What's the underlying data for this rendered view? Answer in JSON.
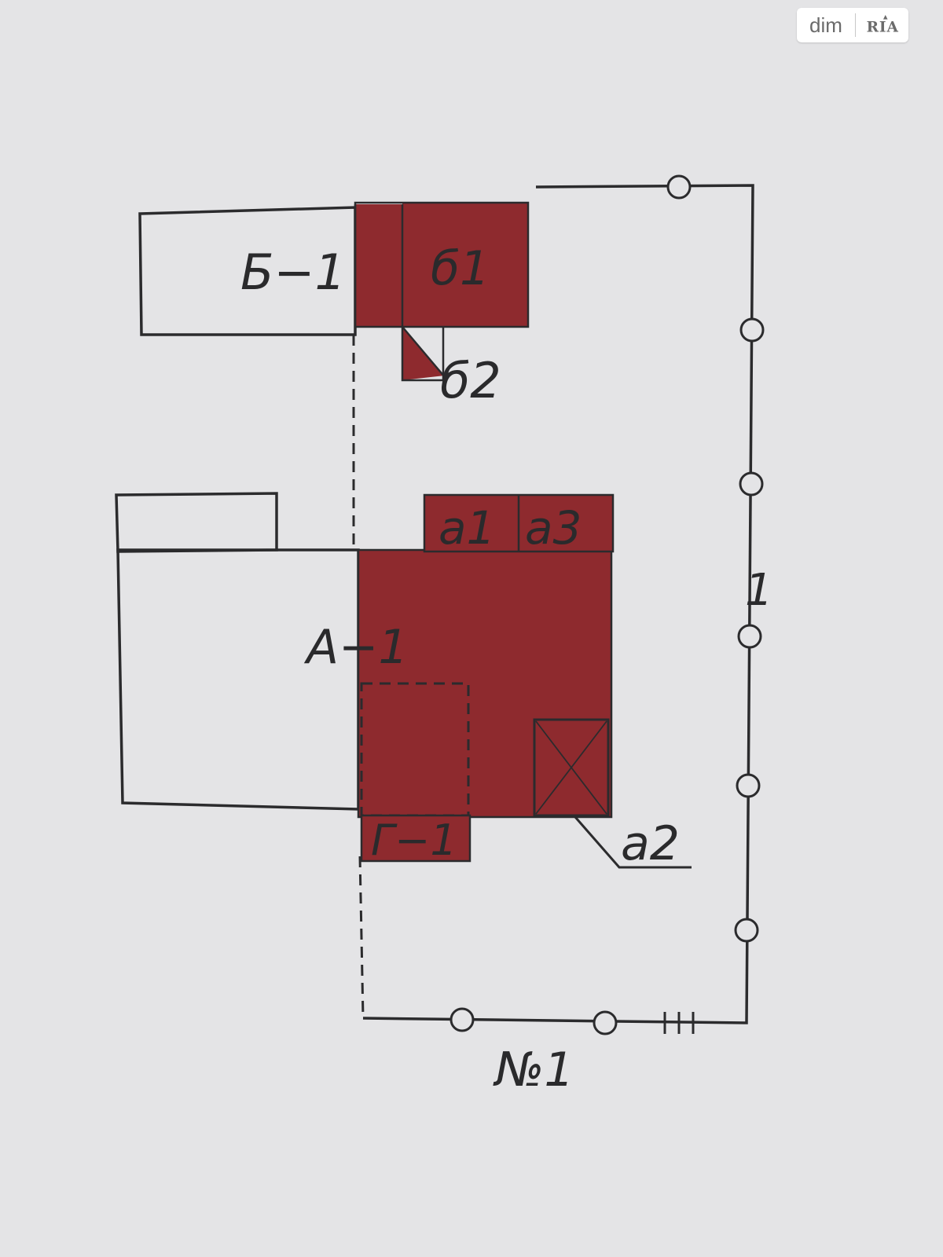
{
  "watermark": {
    "text": "dim",
    "logo": "RIA"
  },
  "plan": {
    "labels": {
      "b1_main": "Б−1",
      "b1_sub": "б1",
      "b2_sub": "б2",
      "a1": "а1",
      "a3": "а3",
      "a_main": "А−1",
      "g1": "Г−1",
      "a2": "а2",
      "fence_no": "1",
      "lot_no": "№1"
    },
    "colors": {
      "accent": "#8e2a2e",
      "line": "#2b2b2d",
      "paper": "#e4e4e6"
    }
  }
}
